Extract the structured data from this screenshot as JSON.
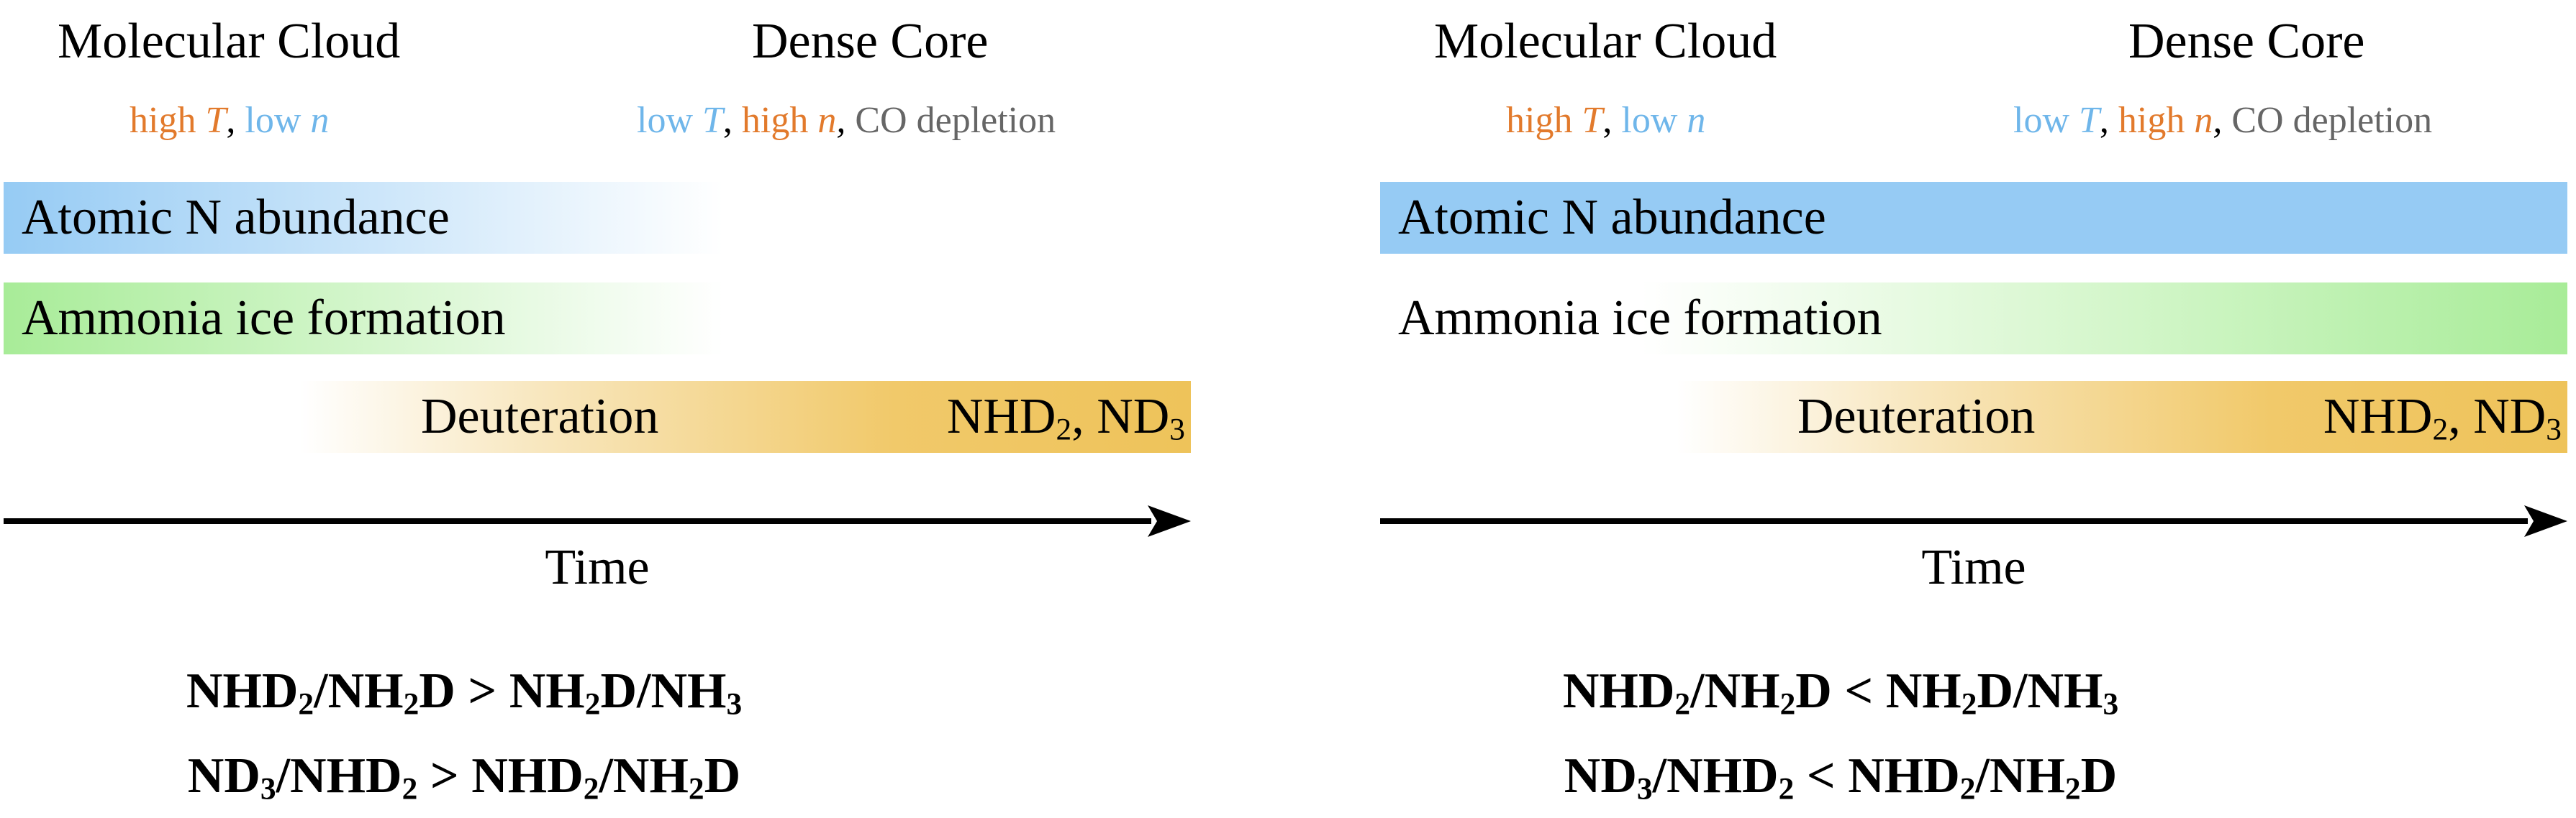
{
  "left": {
    "phase_cloud": "Molecular Cloud",
    "phase_core": "Dense Core",
    "cond_cloud": {
      "a": "high ",
      "a_var": "T",
      "sep": ", ",
      "b": "low ",
      "b_var": "n"
    },
    "cond_core": {
      "a": "low ",
      "a_var": "T",
      "sep1": ", ",
      "b": "high ",
      "b_var": "n",
      "sep2": ", ",
      "c": "CO depletion"
    },
    "bar_n": "Atomic N abundance",
    "bar_ice": "Ammonia ice formation",
    "bar_deut": "Deuteration",
    "species": {
      "p1": "NHD",
      "s1": "2",
      "p2": ", ND",
      "s2": "3"
    },
    "axis_label": "Time",
    "eq1": {
      "t1": "NHD",
      "s1": "2",
      "t2": "/NH",
      "s2": "2",
      "t3": "D > NH",
      "s3": "2",
      "t4": "D/NH",
      "s4": "3"
    },
    "eq2": {
      "t1": "ND",
      "s1": "3",
      "t2": "/NHD",
      "s2": "2",
      "t3": " > NHD",
      "s3": "2",
      "t4": "/NH",
      "s4": "2",
      "t5": "D"
    }
  },
  "right": {
    "phase_cloud": "Molecular Cloud",
    "phase_core": "Dense Core",
    "cond_cloud": {
      "a": "high ",
      "a_var": "T",
      "sep": ", ",
      "b": "low ",
      "b_var": "n"
    },
    "cond_core": {
      "a": "low ",
      "a_var": "T",
      "sep1": ", ",
      "b": "high ",
      "b_var": "n",
      "sep2": ", ",
      "c": "CO depletion"
    },
    "bar_n": "Atomic N abundance",
    "bar_ice": "Ammonia ice formation",
    "bar_deut": "Deuteration",
    "species": {
      "p1": "NHD",
      "s1": "2",
      "p2": ", ND",
      "s2": "3"
    },
    "axis_label": "Time",
    "eq1": {
      "t1": "NHD",
      "s1": "2",
      "t2": "/NH",
      "s2": "2",
      "t3": "D < NH",
      "s3": "2",
      "t4": "D/NH",
      "s4": "3"
    },
    "eq2": {
      "t1": "ND",
      "s1": "3",
      "t2": "/NHD",
      "s2": "2",
      "t3": " < NHD",
      "s3": "2",
      "t4": "/NH",
      "s4": "2",
      "t5": "D"
    }
  },
  "colors": {
    "orange": "#e27a2c",
    "blue": "#6fb6ea",
    "grey": "#666666",
    "atomic_n_bar": "#96cbf4",
    "ammonia_ice_bar": "#a8ec98",
    "deuteration_bar": "#eec35a"
  }
}
